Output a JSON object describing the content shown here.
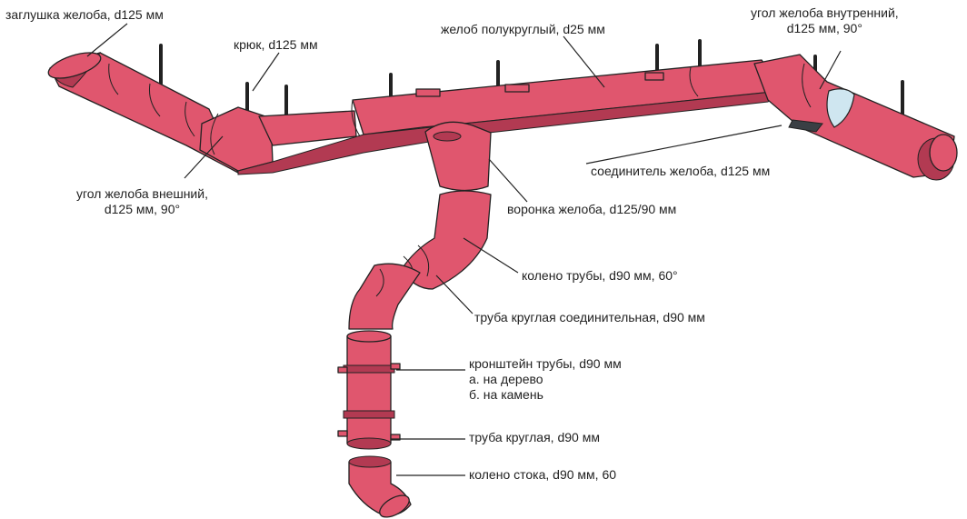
{
  "colors": {
    "part": "#e0566e",
    "shade": "#b23a52",
    "outline": "#222222",
    "seal": "#cfe6f0",
    "leader": "#222222"
  },
  "labels": {
    "cap": "заглушка желоба, d125 мм",
    "hook": "крюк, d125 мм",
    "gutter": "желоб полукруглый, d25 мм",
    "inner_corner": [
      "угол желоба внутренний,",
      "d125 мм, 90°"
    ],
    "outer_corner": [
      "угол желоба внешний,",
      "d125 мм, 90°"
    ],
    "connector": "соединитель желоба, d125 мм",
    "funnel": "воронка желоба, d125/90 мм",
    "pipe_elbow": "колено трубы, d90 мм, 60°",
    "pipe_connector": "труба круглая соединительная, d90 мм",
    "bracket": [
      "кронштейн трубы, d90 мм",
      "а. на дерево",
      "б. на камень"
    ],
    "pipe": "труба круглая, d90 мм",
    "outlet": "колено стока, d90 мм, 60"
  }
}
